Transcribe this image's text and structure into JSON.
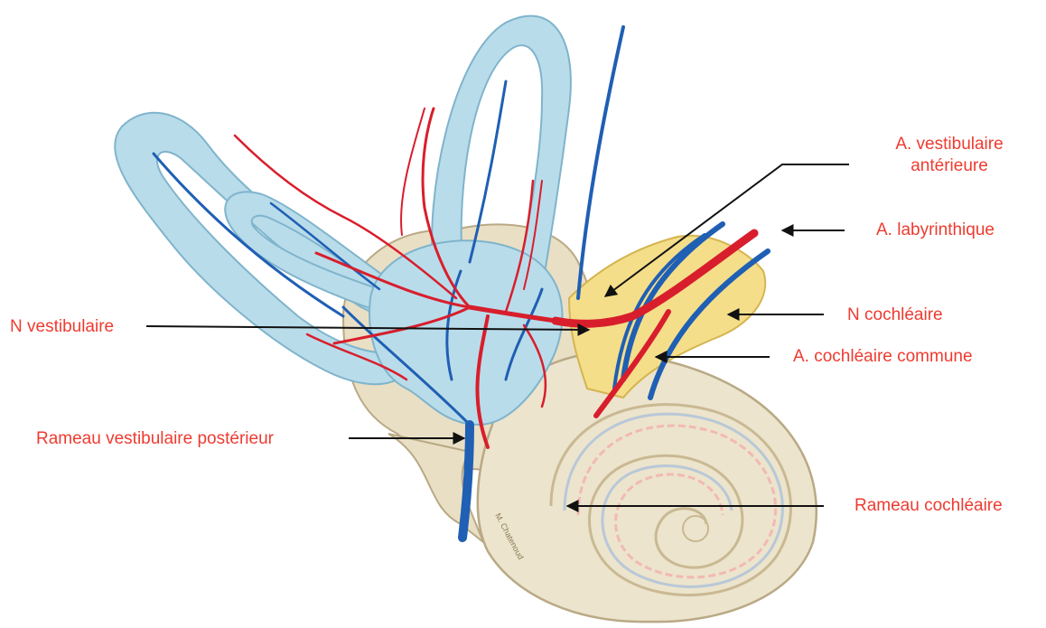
{
  "colors": {
    "label": "#ee3b30",
    "arrow": "#111111",
    "artery": "#d81e2c",
    "vein": "#1f5fb4",
    "membrane": "#b9dcea",
    "membrane_stroke": "#7fb4cc",
    "bone": "#e9dfc4",
    "bone_stroke": "#b9a985",
    "nerve": "#f4de8a",
    "nerve_stroke": "#d5b450",
    "background": "#ffffff"
  },
  "labels": {
    "vestibular_anterior_line1": "A. vestibulaire",
    "vestibular_anterior_line2": "antérieure",
    "labyrinthine": "A. labyrinthique",
    "cochlear_nerve": "N cochléaire",
    "common_cochlear": "A. cochléaire commune",
    "vestibular_nerve": "N vestibulaire",
    "posterior_vestibular_branch": "Rameau vestibulaire postérieur",
    "cochlear_branch": "Rameau cochléaire"
  },
  "signature": "M. Chatenoud"
}
